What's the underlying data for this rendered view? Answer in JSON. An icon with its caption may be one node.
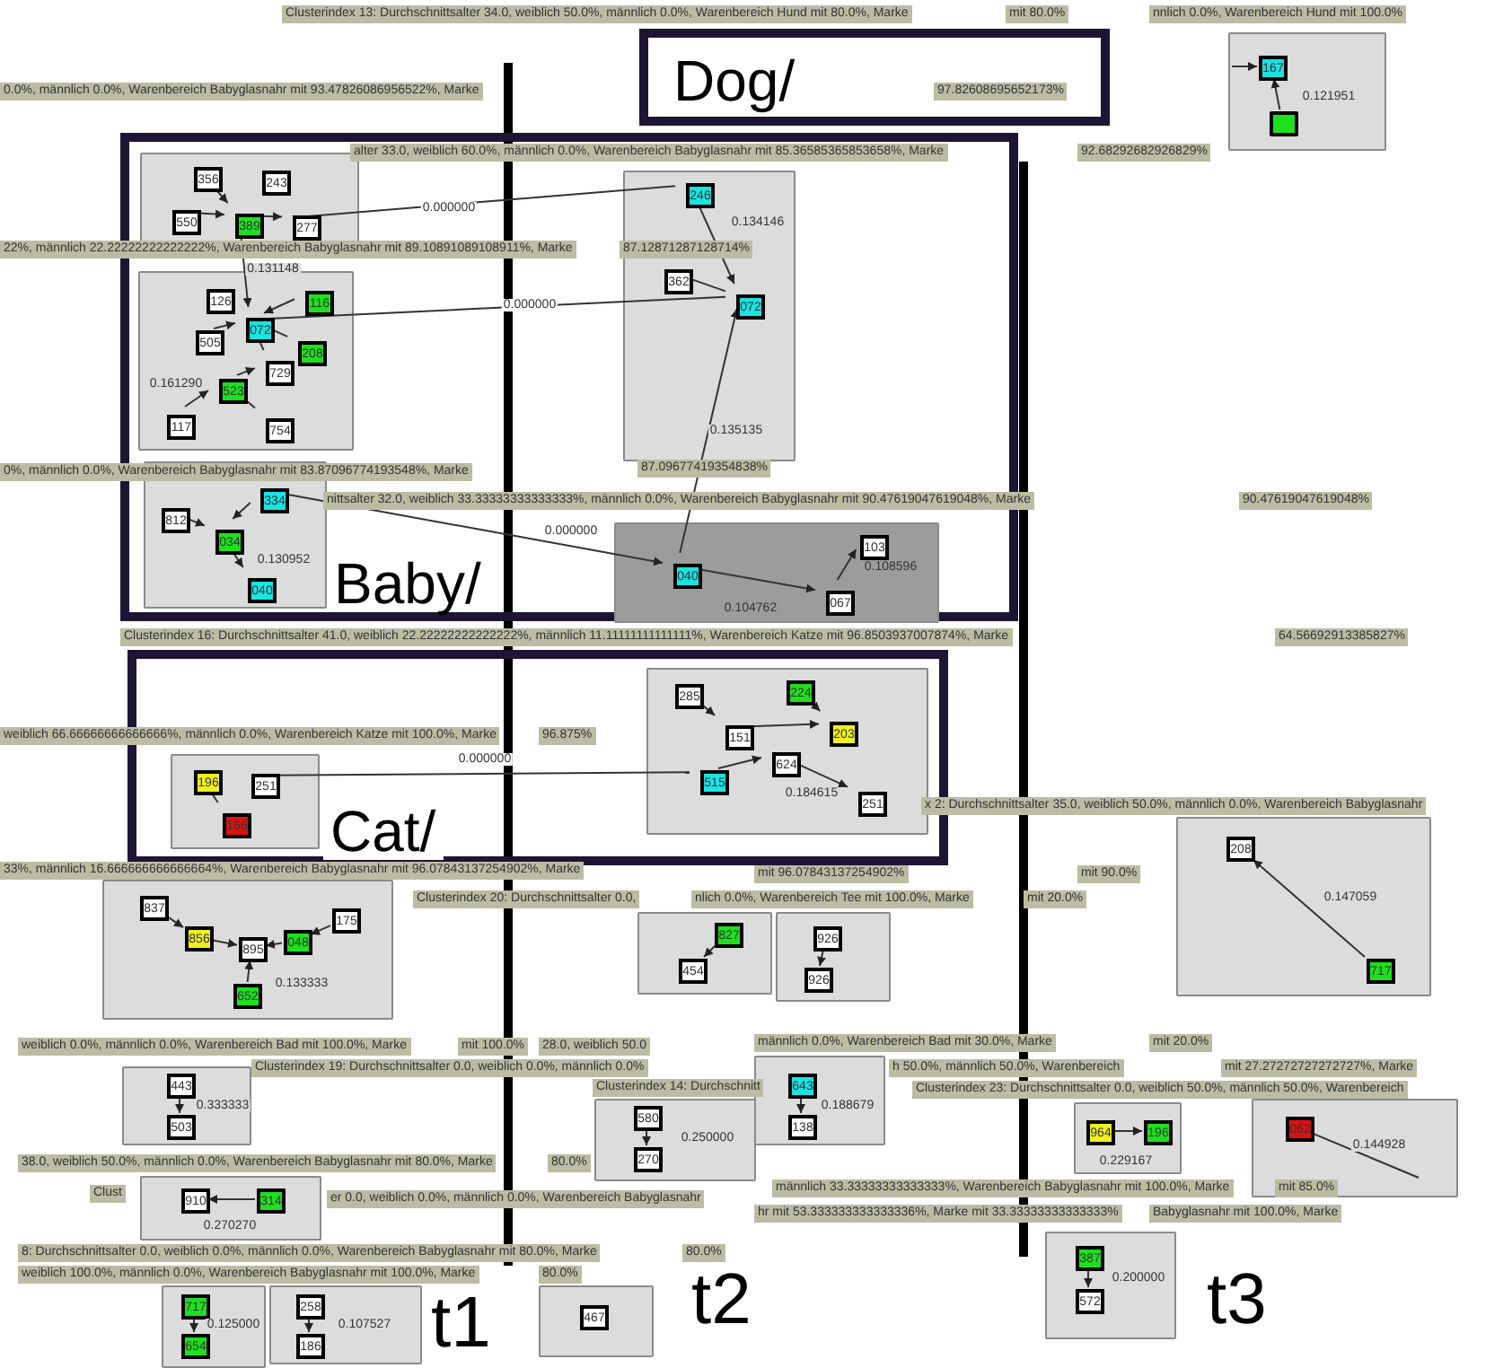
{
  "diagram": {
    "nodes": [
      {
        "text": [
          "Dog/"
        ]
      },
      {
        "text": [
          "Baby/"
        ]
      },
      {
        "text": [
          "Cat/"
        ]
      },
      {
        "text": [],
        "shape": "box"
      },
      {
        "text": [
          "167"
        ],
        "in": 3
      },
      {
        "text": [],
        "shape": "box",
        "in": 3
      },
      {
        "text": [],
        "shape": "box",
        "in": 1
      },
      {
        "text": [
          "356"
        ],
        "in": 6
      },
      {
        "text": [
          "243"
        ],
        "in": 6
      },
      {
        "text": [
          "550"
        ],
        "in": 6
      },
      {
        "text": [
          "389"
        ],
        "in": 6
      },
      {
        "text": [
          "277"
        ],
        "in": 6
      },
      {
        "text": [],
        "shape": "box",
        "in": 1
      },
      {
        "text": [
          "126"
        ],
        "in": 12
      },
      {
        "text": [
          "072"
        ],
        "in": 12
      },
      {
        "text": [
          "116"
        ],
        "in": 12
      },
      {
        "text": [
          "505"
        ],
        "in": 12
      },
      {
        "text": [
          "208"
        ],
        "in": 12
      },
      {
        "text": [
          "729"
        ],
        "in": 12
      },
      {
        "text": [
          "523"
        ],
        "in": 12
      },
      {
        "text": [
          "117"
        ],
        "in": 12
      },
      {
        "text": [
          "754"
        ],
        "in": 12
      },
      {
        "text": [],
        "shape": "box",
        "in": 1
      },
      {
        "text": [
          "246"
        ],
        "in": 22
      },
      {
        "text": [
          "362"
        ],
        "in": 22
      },
      {
        "text": [
          "072"
        ],
        "in": 22
      },
      {
        "text": [],
        "shape": "box",
        "in": 1
      },
      {
        "text": [
          "334"
        ],
        "in": 26
      },
      {
        "text": [
          "812"
        ],
        "in": 26
      },
      {
        "text": [
          "034"
        ],
        "in": 26
      },
      {
        "text": [
          "040"
        ],
        "in": 26
      },
      {
        "text": [],
        "shape": "box",
        "in": 1
      },
      {
        "text": [
          "040"
        ],
        "in": 31
      },
      {
        "text": [
          "103"
        ],
        "in": 31
      },
      {
        "text": [
          "067"
        ],
        "in": 31
      },
      {
        "text": [],
        "shape": "box",
        "in": 2
      },
      {
        "text": [
          "285"
        ],
        "in": 35
      },
      {
        "text": [
          "224"
        ],
        "in": 35
      },
      {
        "text": [
          "203"
        ],
        "in": 35
      },
      {
        "text": [
          "151"
        ],
        "in": 35
      },
      {
        "text": [
          "624"
        ],
        "in": 35
      },
      {
        "text": [
          "515"
        ],
        "in": 35
      },
      {
        "text": [
          "251"
        ],
        "in": 35
      },
      {
        "text": [],
        "shape": "box",
        "in": 2
      },
      {
        "text": [
          "196"
        ],
        "in": 43
      },
      {
        "text": [
          "251"
        ],
        "in": 43
      },
      {
        "text": [
          "166"
        ],
        "in": 43
      },
      {
        "text": [],
        "shape": "box"
      },
      {
        "text": [
          "208"
        ],
        "in": 47
      },
      {
        "text": [
          "717"
        ],
        "in": 47
      },
      {
        "text": [],
        "shape": "box"
      },
      {
        "text": [
          "837"
        ],
        "in": 50
      },
      {
        "text": [
          "856"
        ],
        "in": 50
      },
      {
        "text": [
          "895"
        ],
        "in": 50
      },
      {
        "text": [
          "048"
        ],
        "in": 50
      },
      {
        "text": [
          "175"
        ],
        "in": 50
      },
      {
        "text": [
          "652"
        ],
        "in": 50
      },
      {
        "text": [],
        "shape": "box"
      },
      {
        "text": [
          "827"
        ],
        "in": 57
      },
      {
        "text": [
          "454"
        ],
        "in": 57
      },
      {
        "text": [],
        "shape": "box"
      },
      {
        "text": [
          "926"
        ],
        "in": 60
      },
      {
        "text": [
          "926"
        ],
        "in": 60
      },
      {
        "text": [],
        "shape": "box"
      },
      {
        "text": [
          "443"
        ],
        "in": 63
      },
      {
        "text": [
          "503"
        ],
        "in": 63
      },
      {
        "text": [],
        "shape": "box"
      },
      {
        "text": [
          "580"
        ],
        "in": 66
      },
      {
        "text": [
          "270"
        ],
        "in": 66
      },
      {
        "text": [],
        "shape": "box"
      },
      {
        "text": [
          "643"
        ],
        "in": 69
      },
      {
        "text": [
          "138"
        ],
        "in": 69
      },
      {
        "text": [],
        "shape": "box"
      },
      {
        "text": [
          "910"
        ],
        "in": 72
      },
      {
        "text": [
          "314"
        ],
        "in": 72
      },
      {
        "text": [],
        "shape": "box"
      },
      {
        "text": [
          "964"
        ],
        "in": 75
      },
      {
        "text": [
          "196"
        ],
        "in": 75
      },
      {
        "text": [],
        "shape": "box"
      },
      {
        "text": [
          "062"
        ],
        "in": 78
      },
      {
        "text": [],
        "shape": "box"
      },
      {
        "text": [
          "258"
        ],
        "in": 80
      },
      {
        "text": [
          "186"
        ],
        "in": 80
      },
      {
        "text": [],
        "shape": "box"
      },
      {
        "text": [
          "717"
        ],
        "in": 83
      },
      {
        "text": [
          "654"
        ],
        "in": 83
      },
      {
        "text": [],
        "shape": "box"
      },
      {
        "text": [
          "387"
        ],
        "in": 86
      },
      {
        "text": [
          "572"
        ],
        "in": 86
      },
      {
        "text": [],
        "shape": "box"
      },
      {
        "text": [
          "467"
        ],
        "in": 89
      }
    ],
    "edges": [
      {
        "from": 5,
        "to": 4,
        "arrow": "to",
        "label": "0.121951"
      },
      {
        "from": null,
        "to": 4,
        "arrow": "to"
      },
      {
        "from": 7,
        "to": 10,
        "arrow": "to"
      },
      {
        "from": 9,
        "to": 10,
        "arrow": "to"
      },
      {
        "from": 10,
        "to": 11,
        "arrow": "to"
      },
      {
        "from": 10,
        "to": 14,
        "arrow": "to",
        "label": "0.131148"
      },
      {
        "from": 11,
        "to": 23,
        "arrow": "none",
        "label": "0.000000"
      },
      {
        "from": 13,
        "to": 14,
        "arrow": "to"
      },
      {
        "from": 15,
        "to": 14,
        "arrow": "to"
      },
      {
        "from": 16,
        "to": 14,
        "arrow": "to"
      },
      {
        "from": 17,
        "to": 14,
        "arrow": "to"
      },
      {
        "from": 18,
        "to": 14,
        "arrow": "to"
      },
      {
        "from": 19,
        "to": 18,
        "arrow": "to"
      },
      {
        "from": 20,
        "to": 19,
        "arrow": "to",
        "label": "0.161290"
      },
      {
        "from": 21,
        "to": 19,
        "arrow": "to"
      },
      {
        "from": 14,
        "to": 25,
        "arrow": "none",
        "label": "0.000000"
      },
      {
        "from": 23,
        "to": 25,
        "arrow": "to",
        "label": "0.134146"
      },
      {
        "from": 25,
        "to": 24,
        "arrow": "to"
      },
      {
        "from": 32,
        "to": 25,
        "arrow": "to",
        "label": "0.135135"
      },
      {
        "from": 27,
        "to": 29,
        "arrow": "to"
      },
      {
        "from": 28,
        "to": 29,
        "arrow": "to"
      },
      {
        "from": 29,
        "to": 30,
        "arrow": "to",
        "label": "0.130952"
      },
      {
        "from": 27,
        "to": 32,
        "arrow": "to",
        "label": "0.000000"
      },
      {
        "from": 32,
        "to": 34,
        "arrow": "to",
        "label": "0.104762"
      },
      {
        "from": 34,
        "to": 33,
        "arrow": "to",
        "label": "0.108596"
      },
      {
        "from": 36,
        "to": 39,
        "arrow": "to"
      },
      {
        "from": 37,
        "to": 38,
        "arrow": "to"
      },
      {
        "from": 39,
        "to": 38,
        "arrow": "to"
      },
      {
        "from": 40,
        "to": 42,
        "arrow": "to",
        "label": "0.184615"
      },
      {
        "from": 41,
        "to": 40,
        "arrow": "to"
      },
      {
        "from": 46,
        "to": 44,
        "arrow": "to"
      },
      {
        "from": 45,
        "to": 41,
        "arrow": "none",
        "label": "0.000000"
      },
      {
        "from": 49,
        "to": 48,
        "arrow": "to",
        "label": "0.147059"
      },
      {
        "from": 51,
        "to": 52,
        "arrow": "to"
      },
      {
        "from": 52,
        "to": 53,
        "arrow": "to"
      },
      {
        "from": 54,
        "to": 53,
        "arrow": "to"
      },
      {
        "from": 55,
        "to": 54,
        "arrow": "to"
      },
      {
        "from": 56,
        "to": 53,
        "arrow": "to",
        "label": "0.133333"
      },
      {
        "from": 58,
        "to": 59,
        "arrow": "to"
      },
      {
        "from": 61,
        "to": 62,
        "arrow": "to"
      },
      {
        "from": 64,
        "to": 65,
        "arrow": "to",
        "label": "0.333333"
      },
      {
        "from": 67,
        "to": 68,
        "arrow": "to",
        "label": "0.250000"
      },
      {
        "from": 70,
        "to": 71,
        "arrow": "to",
        "label": "0.188679"
      },
      {
        "from": 74,
        "to": 73,
        "arrow": "to",
        "label": "0.270270"
      },
      {
        "from": 76,
        "to": 77,
        "arrow": "to",
        "label": "0.229167"
      },
      {
        "from": 79,
        "to": null,
        "arrow": "none",
        "label": "0.144928"
      },
      {
        "from": 81,
        "to": 82,
        "arrow": "to",
        "label": "0.107527"
      },
      {
        "from": 84,
        "to": 85,
        "arrow": "to",
        "label": "0.125000"
      },
      {
        "from": 87,
        "to": 88,
        "arrow": "to",
        "label": "0.200000"
      }
    ],
    "labels": [
      "Clusterindex 13: Durchschnittsalter 34.0, weiblich 50.0%, männlich 0.0%, Warenbereich Hund mit 80.0%, Marke",
      "mit 80.0%",
      "nnlich 0.0%, Warenbereich Hund mit 100.0%",
      "0.0%, männlich 0.0%, Warenbereich Babyglasnahr mit 93.47826086956522%, Marke",
      "97.82608695652173%",
      "alter 33.0, weiblich 60.0%, männlich 0.0%, Warenbereich Babyglasnahr mit 85.36585365853658%, Marke",
      "92.68292682926829%",
      "22%, männlich 22.22222222222222%, Warenbereich Babyglasnahr mit 89.10891089108911%, Marke",
      "87.12871287128714%",
      "0%, männlich 0.0%, Warenbereich Babyglasnahr mit 83.87096774193548%, Marke",
      "87.09677419354838%",
      "nittsalter 32.0, weiblich 33.33333333333333%, männlich 0.0%, Warenbereich Babyglasnahr mit 90.47619047619048%, Marke",
      "90.47619047619048%",
      "Clusterindex 16: Durchschnittsalter 41.0, weiblich 22.22222222222222%, männlich 11.11111111111111%, Warenbereich Katze mit 96.8503937007874%, Marke",
      "64.56692913385827%",
      "weiblich 66.66666666666666%, männlich 0.0%, Warenbereich Katze mit 100.0%, Marke",
      "96.875%",
      "x 2: Durchschnittsalter 35.0, weiblich 50.0%, männlich 0.0%, Warenbereich Babyglasnahr",
      "33%, männlich 16.666666666666664%, Warenbereich Babyglasnahr mit 96.07843137254902%, Marke",
      "mit 96.07843137254902%",
      "mit 90.0%",
      "Clusterindex 20: Durchschnittsalter 0.0,",
      "nlich 0.0%, Warenbereich Tee mit 100.0%, Marke",
      "mit 20.0%",
      "weiblich 0.0%, männlich 0.0%, Warenbereich Bad mit 100.0%, Marke",
      "mit 100.0%",
      "28.0, weiblich 50.0",
      "männlich 0.0%, Warenbereich Bad mit 30.0%, Marke",
      "mit 20.0%",
      "Clusterindex 19: Durchschnittsalter 0.0, weiblich 0.0%, männlich 0.0%",
      "h 50.0%, männlich 50.0%, Warenbereich",
      "mit 27.27272727272727%, Marke",
      "Clusterindex 14: Durchschnitt",
      "Clusterindex 23: Durchschnittsalter 0.0, weiblich 50.0%, männlich 50.0%, Warenbereich",
      "38.0, weiblich 50.0%, männlich 0.0%, Warenbereich Babyglasnahr mit 80.0%, Marke",
      "80.0%",
      "Clust",
      "er 0.0, weiblich 0.0%, männlich 0.0%, Warenbereich Babyglasnahr",
      "männlich 33.33333333333333%, Warenbereich Babyglasnahr mit 100.0%, Marke",
      "mit 85.0%",
      "hr mit 53.333333333333336%, Marke mit 33.33333333333333%",
      "Babyglasnahr mit 100.0%, Marke",
      "8: Durchschnittsalter 0.0, weiblich 0.0%, männlich 0.0%, Warenbereich Babyglasnahr mit 80.0%, Marke",
      "80.0%",
      "weiblich 100.0%, männlich 0.0%, Warenbereich Babyglasnahr mit 100.0%, Marke",
      "80.0%",
      "t1",
      "t2",
      "t3"
    ]
  }
}
